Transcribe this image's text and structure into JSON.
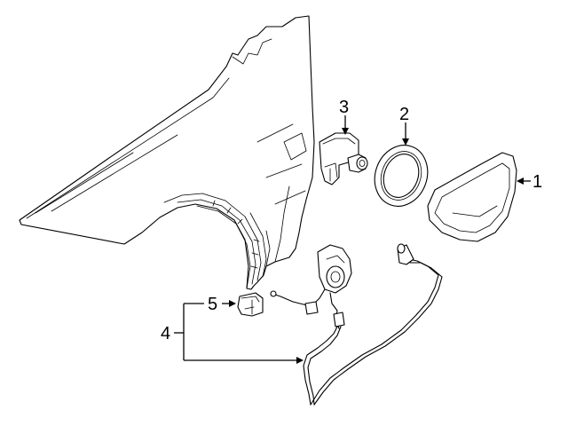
{
  "callouts": {
    "c1": "1",
    "c2": "2",
    "c3": "3",
    "c4": "4",
    "c5": "5"
  },
  "parts": [
    {
      "id": "fender",
      "icon": "fender-panel-icon"
    },
    {
      "id": "fuel-door",
      "icon": "fuel-door-icon"
    },
    {
      "id": "seal-ring",
      "icon": "seal-ring-icon"
    },
    {
      "id": "actuator",
      "icon": "door-actuator-icon"
    },
    {
      "id": "harness",
      "icon": "wiring-harness-icon"
    },
    {
      "id": "connector",
      "icon": "connector-icon"
    }
  ],
  "colors": {
    "line": "#000000",
    "background": "#ffffff"
  }
}
